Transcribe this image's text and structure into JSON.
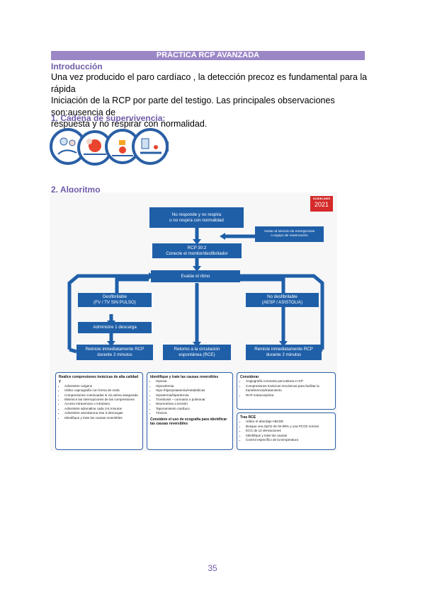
{
  "header": {
    "title": "PRÁCTICA RCP AVANZADA"
  },
  "intro": {
    "heading": "Introducción",
    "lines": [
      "Una vez producido el paro cardíaco , la detección precoz es fundamental para la rápida",
      "Iniciación de la RCP por parte del testigo. Las principales observaciones son:ausencia de",
      "respuesta y no respirar con normalidad."
    ]
  },
  "section1": {
    "heading": "1. Cadena de supervivencia:"
  },
  "section2": {
    "heading": "2. Algoritmo"
  },
  "algorithm": {
    "badge_top": "GUIDELINES",
    "badge_year": "2021",
    "no_responde": [
      "No responde y no respira",
      "o no respira con normalidad"
    ],
    "avisar": [
      "Avisar al servicio de emergencias",
      "o equipo de reanimación"
    ],
    "rcp": [
      "RCP 30:2",
      "Conecte el monitor/desfibrilador"
    ],
    "evalue": "Evalúe el ritmo",
    "desfibrilable": [
      "Desfibrilable",
      "(FV / TV SIN PULSO)"
    ],
    "no_desfibrilable": [
      "No desfibrilable",
      "(AESP / ASISTOLIA)"
    ],
    "descarga": "Administre 1 descarga",
    "reinicio_left": [
      "Reinicie inmediatamente RCP",
      "durante 2 minutos"
    ],
    "retorno": [
      "Retorno a la circulación",
      "espontánea (RCE)"
    ],
    "reinicio_right": [
      "Reinicie inmediatamente RCP",
      "durante 2 minutos"
    ],
    "panel_compresiones": {
      "title": "Realice compresiones torácicas de alta calidad y",
      "items": [
        "Administre oxígeno",
        "Utilice capnografía con forma de onda",
        "Compresiones continuadas si vía aérea asegurada",
        "Minimice las interrupciones de las compresiones",
        "Acceso intravenoso o intraóseo",
        "Administre adrenalina cada 3-5 minutos",
        "Administre amiodarona tras 3 descargas",
        "Identifique y trate las causas reversibles"
      ]
    },
    "panel_causas": {
      "title": "Identifique y trate las causas reversibles",
      "items": [
        "Hipoxia",
        "Hipovolemia",
        "Hipo-/hiperpotasemia/metabólicas",
        "Hipotermia/hipertermia",
        "Trombosis – coronaria o pulmonar",
        "Neumotórax a tensión",
        "Taponamiento cardíaco",
        "Tóxicos"
      ],
      "footer": "Considere el uso de ecografía para identificar las causas reversibles"
    },
    "panel_considerar": {
      "title": "Considerar",
      "items": [
        "Angiografía coronaria percutánea e ICP",
        "Compresiones torácicas mecánicas para facilitar la transferencia/tratamiento",
        "RCP extracorpórea"
      ]
    },
    "panel_tras_rce": {
      "title": "Tras RCE",
      "items": [
        "Utilice el abordaje ABCDE",
        "Busque una SpO2 de 94-98% y una PCO2 normal",
        "ECG de 12 derivaciones",
        "Identifique y trate las causas",
        "Control específico de la temperatura"
      ]
    }
  },
  "footer": {
    "page_number": "35"
  },
  "colors": {
    "accent": "#6f5aa8",
    "flow_blue": "#1f5fa8",
    "badge_red": "#d42a2a"
  }
}
